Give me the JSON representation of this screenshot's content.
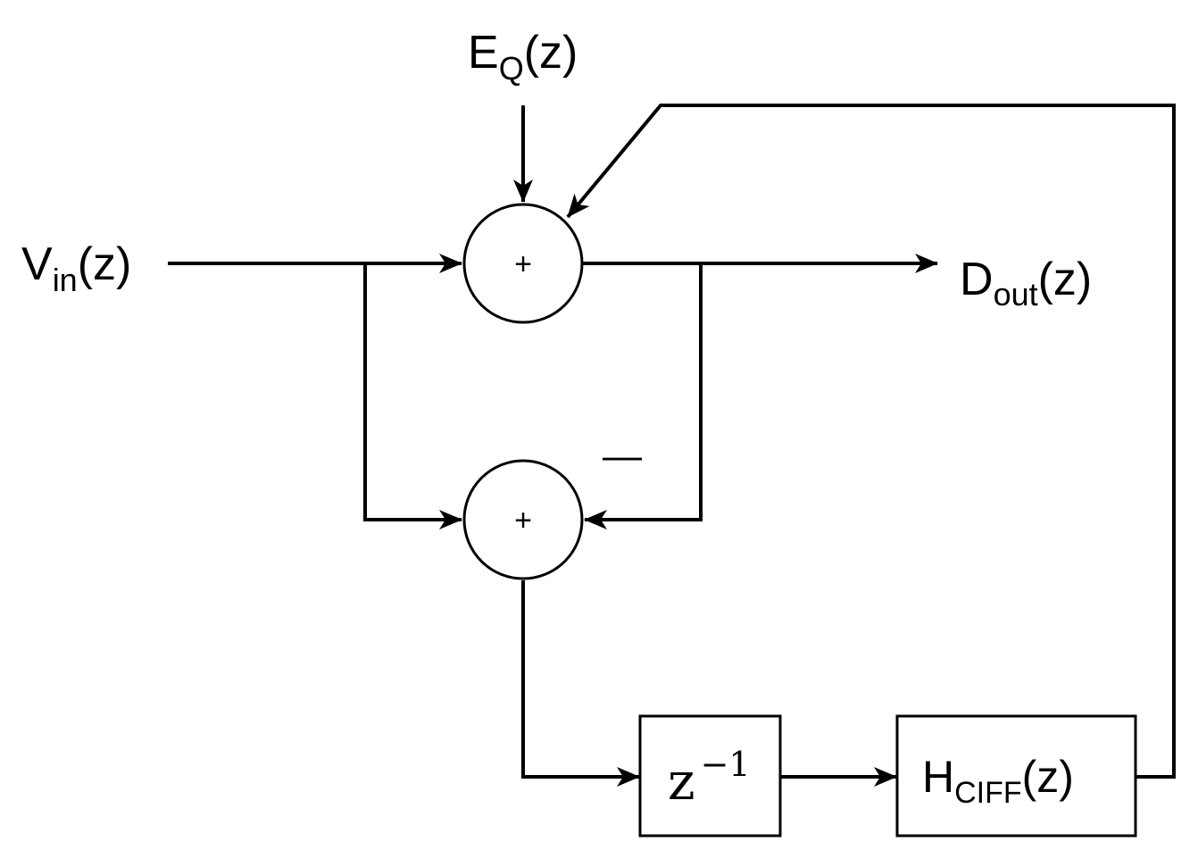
{
  "signals": {
    "vin": {
      "main": "V",
      "sub": "in",
      "tail": "(z)"
    },
    "eq": {
      "main": "E",
      "sub": "Q",
      "tail": "(z)"
    },
    "dout": {
      "main": "D",
      "sub": "out",
      "tail": "(z)"
    }
  },
  "sum_top": {
    "sign": "+"
  },
  "sum_bottom": {
    "sign": "+",
    "minus_label": "—"
  },
  "delay_block": {
    "base": "z",
    "exponent": "−1"
  },
  "filter_block": {
    "main": "H",
    "sub": "CIFF",
    "tail": "(z)"
  }
}
